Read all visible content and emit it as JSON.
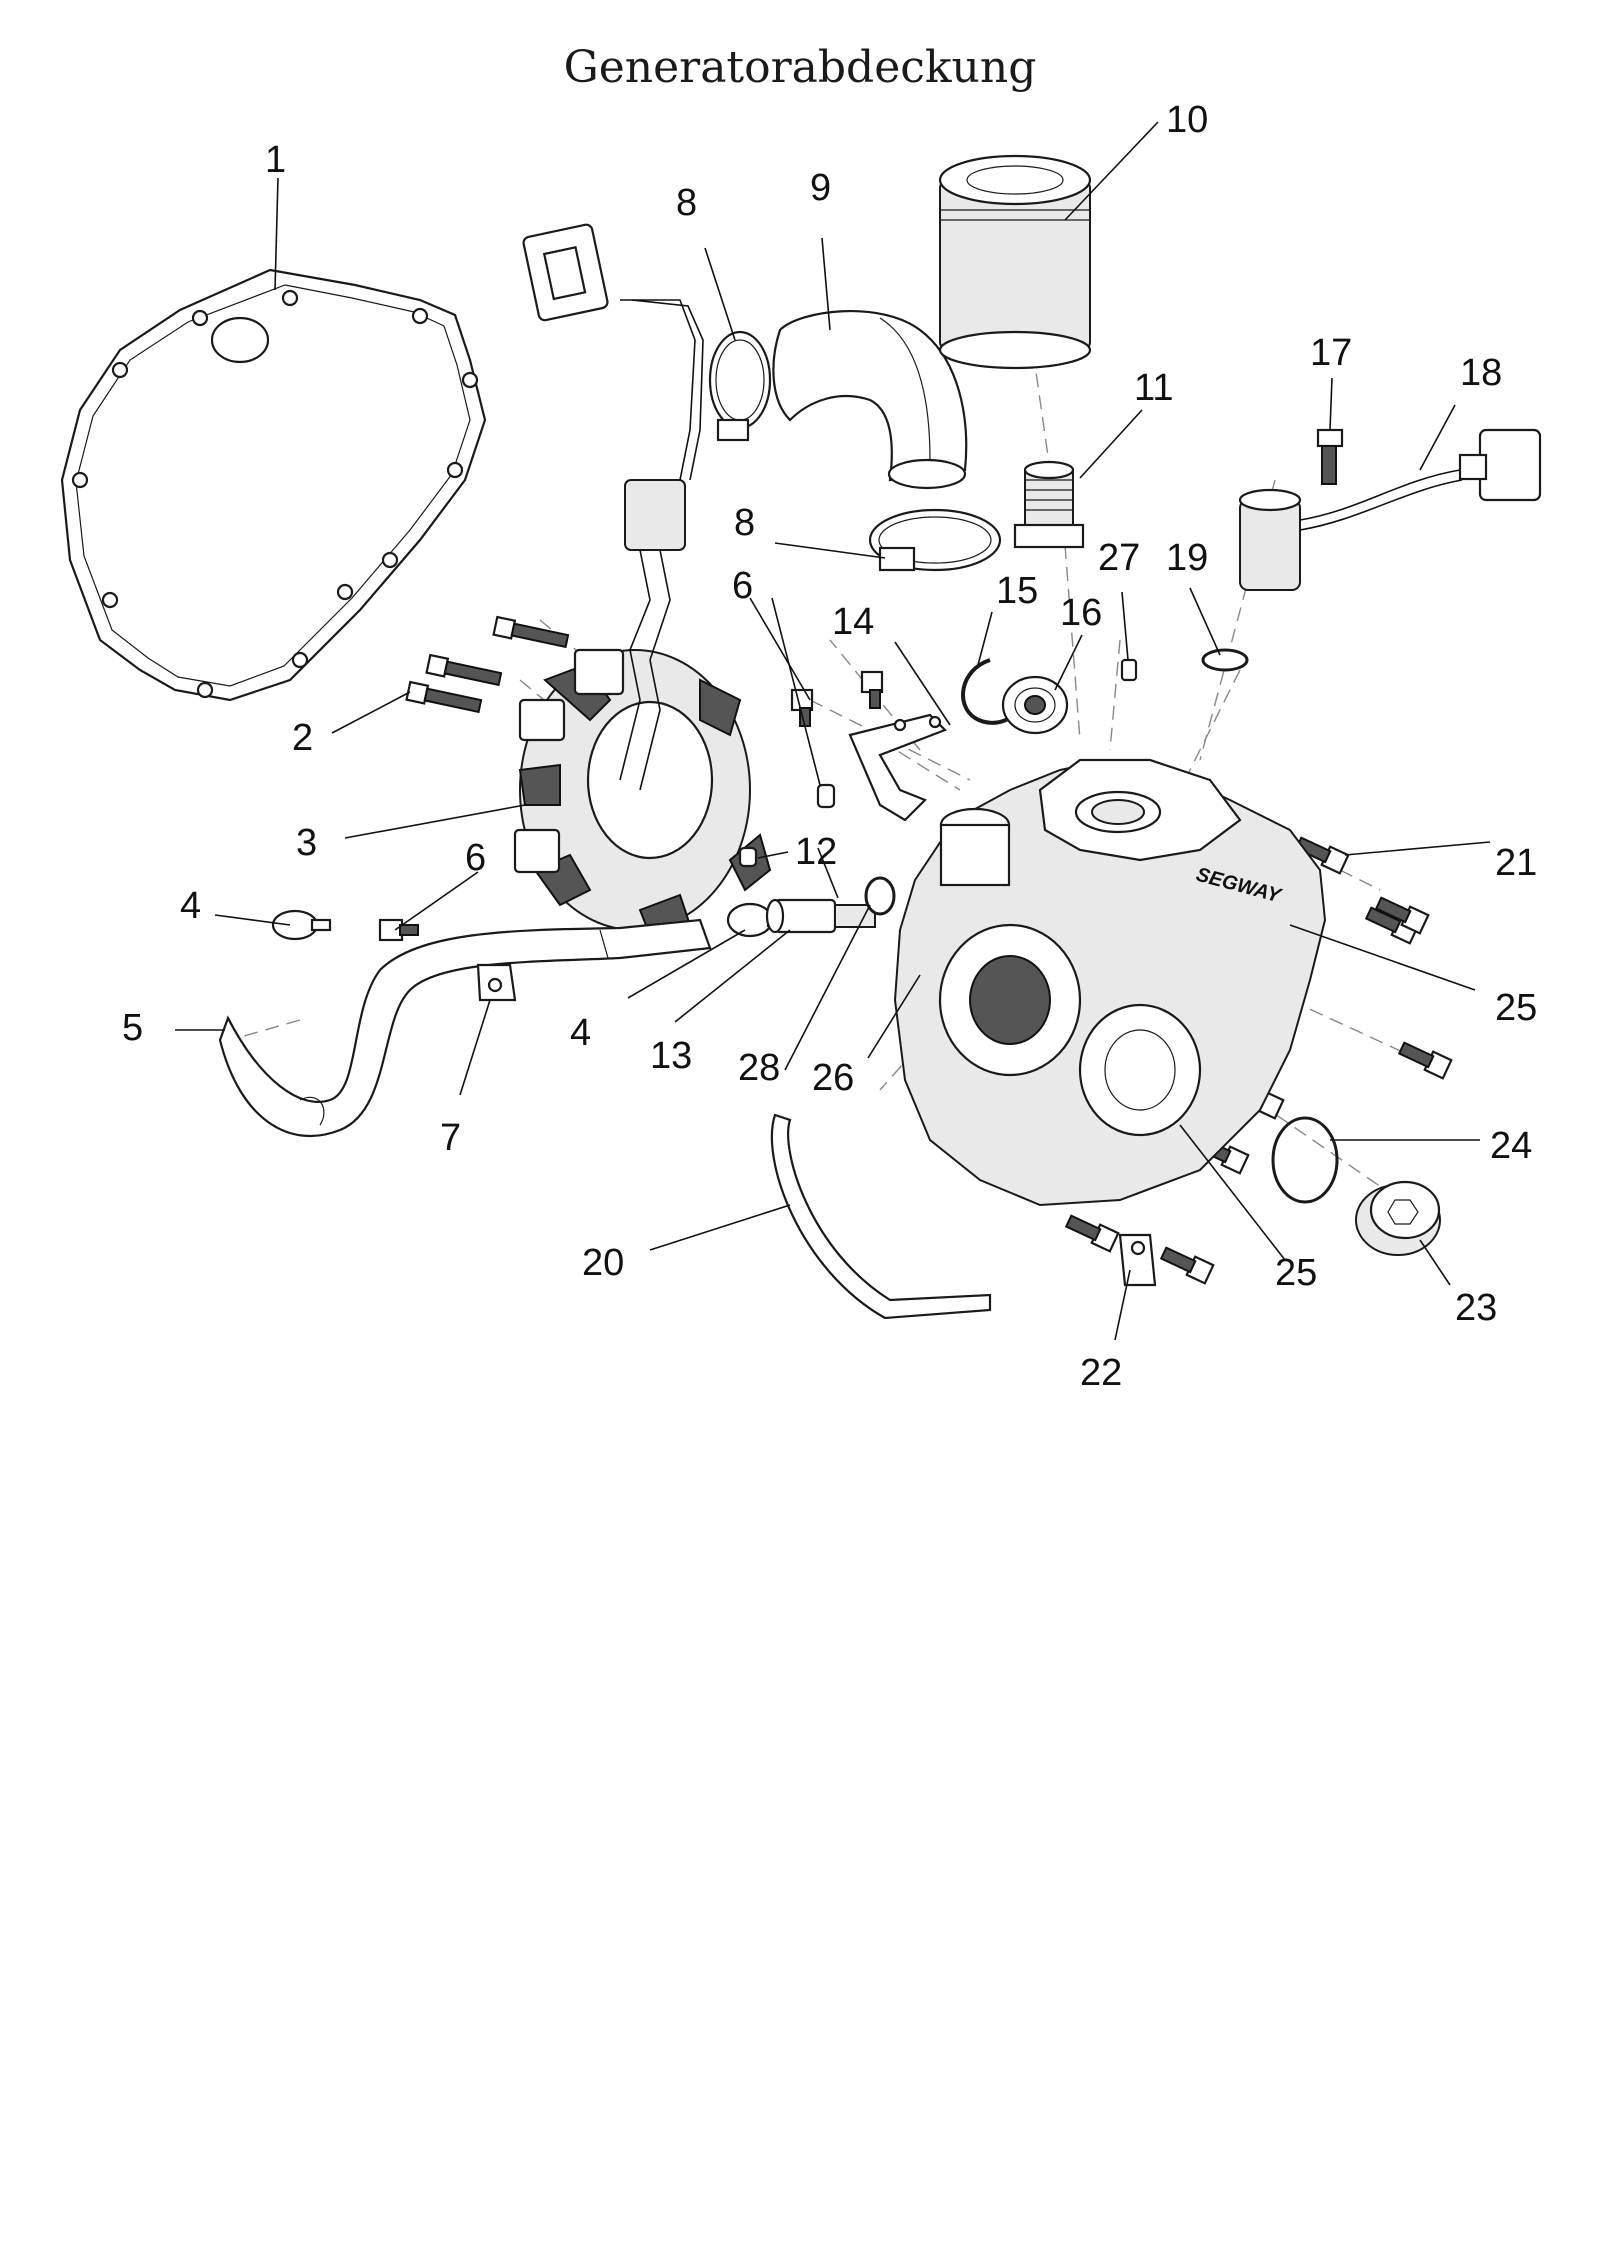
{
  "title": "Generatorabdeckung",
  "callouts": [
    "1",
    "2",
    "3",
    "4",
    "4",
    "5",
    "6",
    "6",
    "7",
    "8",
    "8",
    "9",
    "10",
    "11",
    "12",
    "13",
    "14",
    "15",
    "16",
    "17",
    "18",
    "19",
    "20",
    "21",
    "22",
    "23",
    "24",
    "25",
    "25",
    "26",
    "27",
    "28"
  ],
  "brand_text": "SEGWAY",
  "colors": {
    "line": "#111111",
    "fill": "#ffffff",
    "shade": "#e9e9e9"
  }
}
